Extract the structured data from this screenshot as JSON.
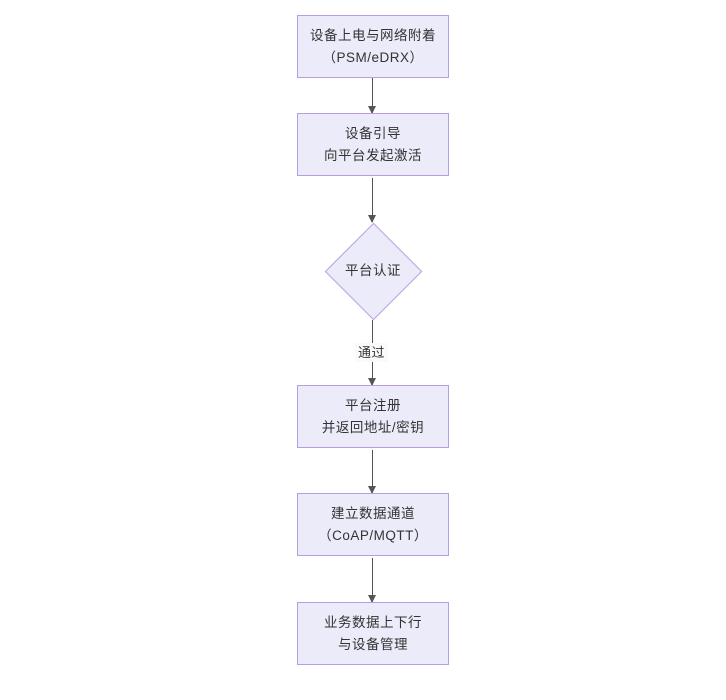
{
  "diagram": {
    "type": "flowchart",
    "orientation": "top-to-bottom",
    "background_color": "#ffffff",
    "node_fill_color": "#ebebfa",
    "node_border_color": "#b79ee0",
    "node_text_color": "#333333",
    "connector_color": "#555555",
    "nodes": [
      {
        "id": "power",
        "shape": "rectangle",
        "line1": "设备上电与网络附着",
        "line2": "（PSM/eDRX）"
      },
      {
        "id": "bootstrap",
        "shape": "rectangle",
        "line1": "设备引导",
        "line2": "向平台发起激活"
      },
      {
        "id": "auth",
        "shape": "diamond",
        "line1": "平台认证",
        "line2": ""
      },
      {
        "id": "register",
        "shape": "rectangle",
        "line1": "平台注册",
        "line2": "并返回地址/密钥"
      },
      {
        "id": "channel",
        "shape": "rectangle",
        "line1": "建立数据通道",
        "line2": "（CoAP/MQTT）"
      },
      {
        "id": "business",
        "shape": "rectangle",
        "line1": "业务数据上下行",
        "line2": "与设备管理"
      }
    ],
    "edges": [
      {
        "id": "e1",
        "from": "power",
        "to": "bootstrap",
        "label": ""
      },
      {
        "id": "e2",
        "from": "bootstrap",
        "to": "auth",
        "label": ""
      },
      {
        "id": "e3",
        "from": "auth",
        "to": "register",
        "label": "通过"
      },
      {
        "id": "e4",
        "from": "register",
        "to": "channel",
        "label": ""
      },
      {
        "id": "e5",
        "from": "channel",
        "to": "business",
        "label": ""
      }
    ]
  }
}
